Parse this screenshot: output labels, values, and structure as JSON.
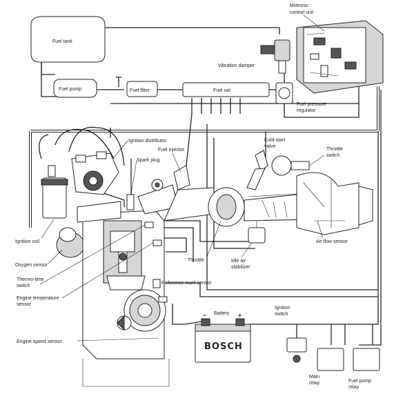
{
  "labels": {
    "motronic": [
      "Motronic",
      "control unit"
    ],
    "fuel_tank": "Fuel tank",
    "vibration_damper": "Vibration damper",
    "fuel_pump": "Fuel pump",
    "fuel_filter": "Fuel filter",
    "fuel_rail": "Fuel rail",
    "fuel_pressure_regulator": [
      "Fuel pressure",
      "regulator"
    ],
    "ignition_distributor": "Ignition distributor",
    "fuel_injector": "Fuel injector",
    "spark_plug": "Spark plug",
    "cold_start_valve": [
      "Cold-start",
      "valve"
    ],
    "throttle_switch": [
      "Throttle",
      "switch"
    ],
    "ignition_coil": "Ignition coil",
    "oxygen_sensor": "Oxygen sensor",
    "air_flow_sensor": "Air flow sensor",
    "throttle": "Throttle",
    "idle_air_stabilizer": [
      "Idle air",
      "stabilizer"
    ],
    "thermo_time_switch": [
      "Thermo-time",
      "switch"
    ],
    "engine_temperature_sensor": [
      "Engine temperature",
      "sensor"
    ],
    "reference_mark_sensor": "Reference mark sensor",
    "battery": "Battery",
    "ignition_switch": [
      "Ignition",
      "switch"
    ],
    "battery_brand": "BOSCH",
    "engine_speed_sensor": "Engine speed sensor",
    "main_relay": [
      "Main",
      "relay"
    ],
    "fuel_pump_relay": [
      "Fuel pump",
      "relay"
    ],
    "battery_minus": "−",
    "battery_plus": "+"
  }
}
